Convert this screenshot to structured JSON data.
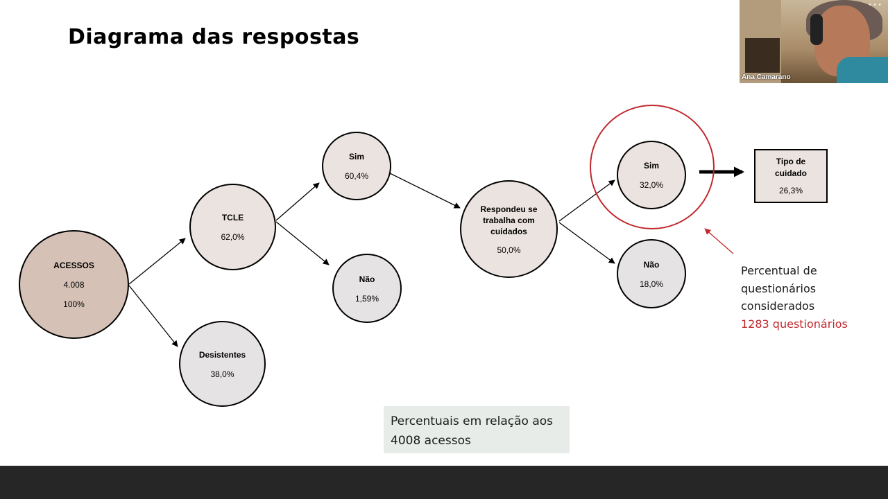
{
  "slide": {
    "title": "Diagrama das respostas",
    "nodes": {
      "acessos": {
        "label": "ACESSOS",
        "value": "4.008",
        "value2": "100%"
      },
      "tcle": {
        "label": "TCLE",
        "value": "62,0%"
      },
      "desistentes": {
        "label": "Desistentes",
        "value": "38,0%"
      },
      "sim1": {
        "label": "Sim",
        "value": "60,4%"
      },
      "nao1": {
        "label": "Não",
        "value": "1,59%"
      },
      "respondeu": {
        "label": "Respondeu se trabalha com cuidados",
        "value": "50,0%"
      },
      "sim2": {
        "label": "Sim",
        "value": "32,0%"
      },
      "nao2": {
        "label": "Não",
        "value": "18,0%"
      },
      "tipo": {
        "label": "Tipo de cuidado",
        "value": "26,3%"
      }
    },
    "note": {
      "text": "Percentual de questionários considerados",
      "highlight": "1283 questionários"
    },
    "footnote": "Percentuais em relação aos 4008 acessos"
  },
  "webcam": {
    "participant_name": "Ana Camarano"
  },
  "colors": {
    "node_dark": "#d5c1b5",
    "node_light": "#ebe3df",
    "node_gray": "#e6e3e4",
    "highlight_red": "#c0282e",
    "footnote_bg": "#e7ece8",
    "bottom_bar": "#262626"
  }
}
